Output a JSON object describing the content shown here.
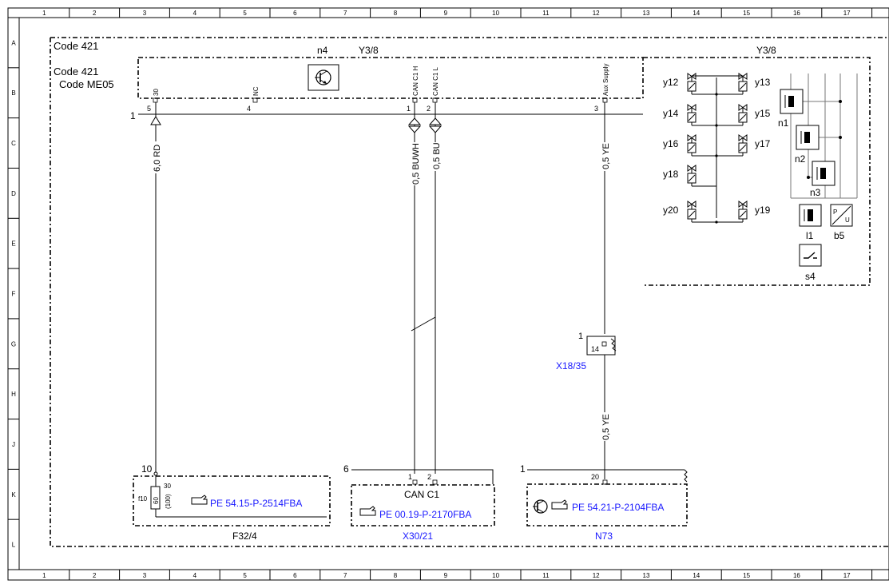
{
  "grid": {
    "columns": [
      "1",
      "2",
      "3",
      "4",
      "5",
      "6",
      "7",
      "8",
      "9",
      "10",
      "11",
      "12",
      "13",
      "14",
      "15",
      "16",
      "17"
    ],
    "rows": [
      "A",
      "B",
      "C",
      "D",
      "E",
      "F",
      "G",
      "H",
      "J",
      "K",
      "L"
    ]
  },
  "codes": {
    "outer": "Code 421",
    "inner": "Code 421",
    "inner2": "Code ME05"
  },
  "module_left": {
    "id": "n4",
    "label": "Y3/8",
    "connector_number": "1",
    "pins": [
      {
        "num": "5",
        "name": "30"
      },
      {
        "num": "4",
        "name": "NC"
      },
      {
        "num": "1",
        "name": "CAN C1 H"
      },
      {
        "num": "2",
        "name": "CAN C1 L"
      },
      {
        "num": "3",
        "name": "Aux Supply"
      }
    ]
  },
  "module_right": {
    "label": "Y3/8",
    "valves_left": [
      "y12",
      "y14",
      "y16",
      "y18",
      "y20"
    ],
    "valves_right": [
      "y13",
      "y15",
      "y17",
      "y19"
    ],
    "sensors": [
      "n1",
      "n2",
      "n3"
    ],
    "parts": [
      "l1",
      "b5",
      "s4"
    ],
    "pressure_icon_p": "P",
    "pressure_icon_u": "U"
  },
  "wires": [
    {
      "label": "6,0 RD"
    },
    {
      "label": "0,5 BUWH"
    },
    {
      "label": "0,5 BU"
    },
    {
      "label": "0,5 YE"
    },
    {
      "label": "0,5 YE"
    }
  ],
  "connector_x18": {
    "label": "X18/35",
    "pin_outer": "1",
    "pin_inner": "14"
  },
  "boxes": [
    {
      "id": "F32/4",
      "corner_num": "10",
      "fuse_name": "f10",
      "fuse_value": "60",
      "pin_top": "30",
      "pin_bottom": "(100)",
      "ref": "PE 54.15-P-2514FBA"
    },
    {
      "id": "X30/21",
      "corner_num": "6",
      "title": "CAN C1",
      "pin_a": "1",
      "pin_b": "2",
      "ref": "PE 00.19-P-2170FBA"
    },
    {
      "id": "N73",
      "corner_num": "1",
      "pin": "20",
      "ref": "PE 54.21-P-2104FBA"
    }
  ],
  "icons": {
    "transistor": "transistor-icon",
    "reference_hand": "pointing-hand-icon"
  }
}
